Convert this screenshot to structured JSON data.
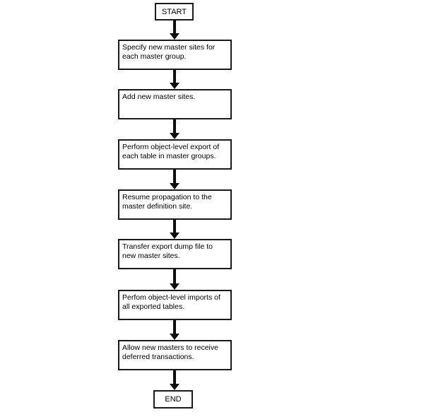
{
  "diagram": {
    "start_label": "START",
    "end_label": "END",
    "steps": [
      {
        "label": "Specify new master sites for\neach master group."
      },
      {
        "label": "Add new master sites."
      },
      {
        "label": "Perform object-level export of\neach table in master groups."
      },
      {
        "label": "Resume propagation to the\nmaster definition site."
      },
      {
        "label": "Transfer export dump file to\nnew master sites."
      },
      {
        "label": "Perfom object-level imports of\nall exported tables."
      },
      {
        "label": "Allow new masters to receive\ndeferred transactions."
      }
    ],
    "colors": {
      "background": "#ffffff",
      "border": "#1a1a1a",
      "arrow": "#0d0d0d",
      "text": "#000000"
    }
  }
}
